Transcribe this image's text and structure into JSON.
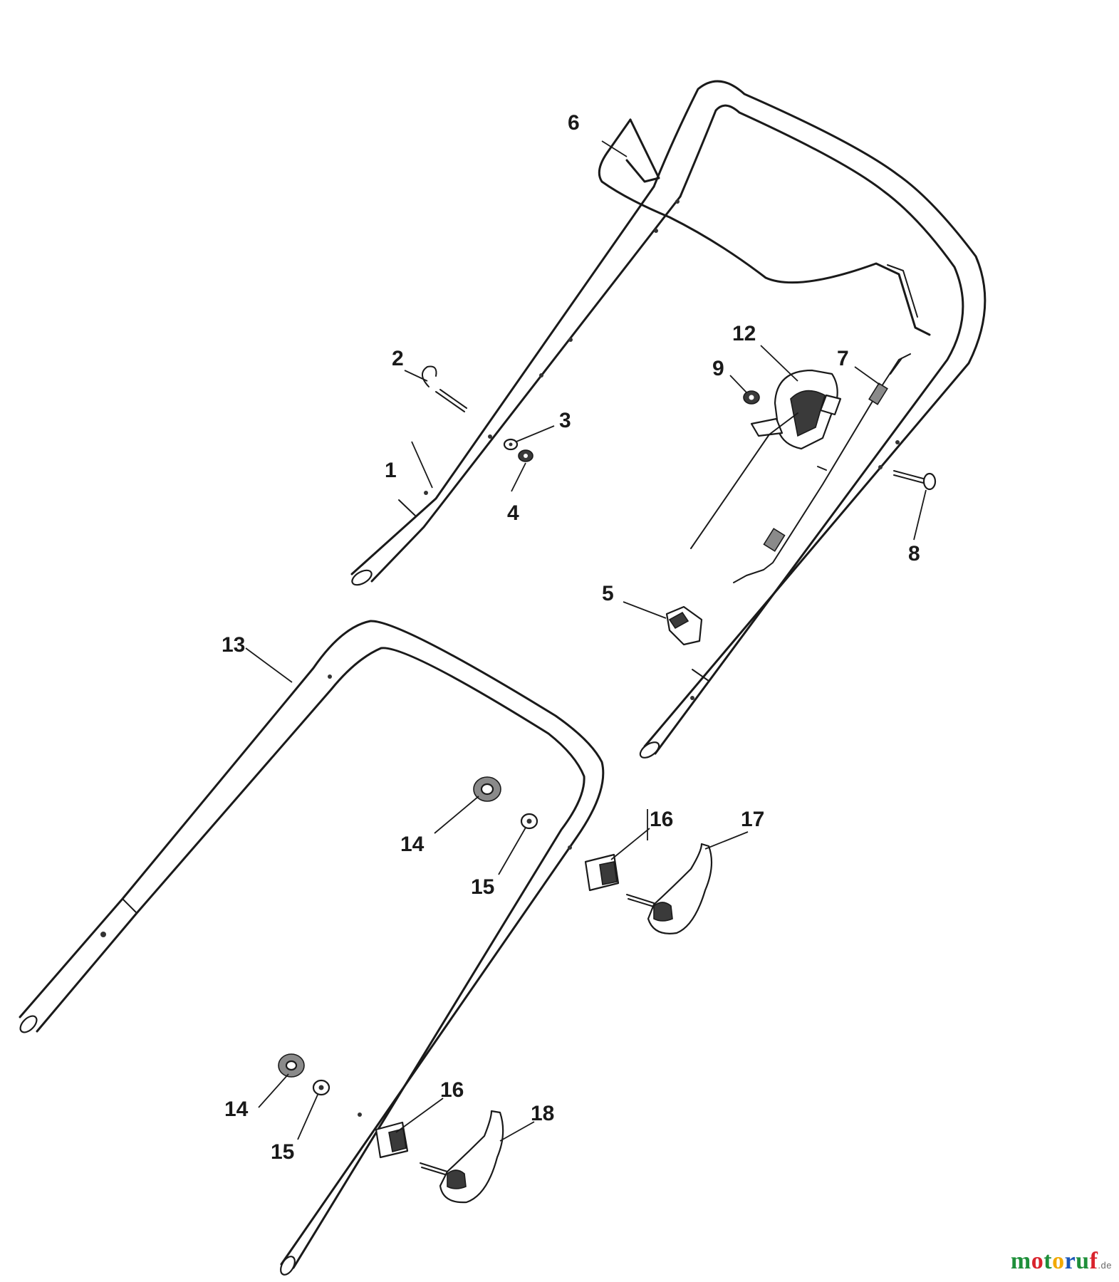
{
  "diagram": {
    "parts": [
      {
        "number": "1"
      },
      {
        "number": "2"
      },
      {
        "number": "3"
      },
      {
        "number": "4"
      },
      {
        "number": "5"
      },
      {
        "number": "6"
      },
      {
        "number": "7"
      },
      {
        "number": "8"
      },
      {
        "number": "9"
      },
      {
        "number": "12"
      },
      {
        "number": "13"
      },
      {
        "number": "14"
      },
      {
        "number": "15"
      },
      {
        "number": "16"
      },
      {
        "number": "17"
      },
      {
        "number": "14"
      },
      {
        "number": "15"
      },
      {
        "number": "16"
      },
      {
        "number": "18"
      }
    ]
  },
  "watermark": {
    "letters": [
      {
        "char": "m",
        "color": "#1e8f3a"
      },
      {
        "char": "o",
        "color": "#d9232d"
      },
      {
        "char": "t",
        "color": "#1e8f3a"
      },
      {
        "char": "o",
        "color": "#f2a900"
      },
      {
        "char": "r",
        "color": "#1a56b8"
      },
      {
        "char": "u",
        "color": "#1e8f3a"
      },
      {
        "char": "f",
        "color": "#d9232d"
      }
    ],
    "tld": ".de"
  }
}
